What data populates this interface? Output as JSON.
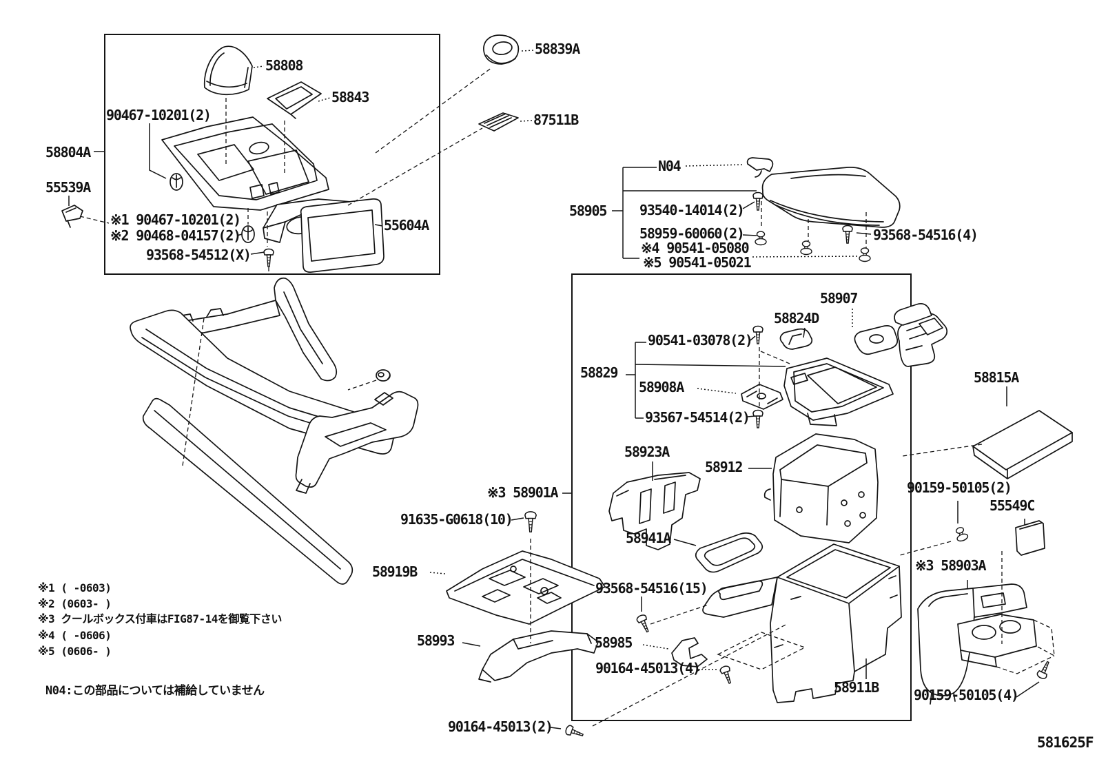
{
  "figure_code": "581625F",
  "colors": {
    "ink": "#141414",
    "background": "#ffffff"
  },
  "labels": {
    "58808": "58808",
    "58843": "58843",
    "90467_10201": "90467-10201(2)",
    "58804A": "58804A",
    "55539A": "55539A",
    "note1_90467": "※1 90467-10201(2)",
    "note2_90468": "※2 90468-04157(2)",
    "93568_54512": "93568-54512(X)",
    "55604A": "55604A",
    "58839A": "58839A",
    "87511B": "87511B",
    "N04": "N04",
    "58905": "58905",
    "93540_14014": "93540-14014(2)",
    "58959_60060": "58959-60060(2)",
    "note4_90541": "※4 90541-05080",
    "note5_90541": "※5 90541-05021",
    "93568_54516_4": "93568-54516(4)",
    "58907": "58907",
    "58824D": "58824D",
    "90541_03078": "90541-03078(2)",
    "58829": "58829",
    "58908A": "58908A",
    "93567_54514": "93567-54514(2)",
    "58923A": "58923A",
    "58912": "58912",
    "note3_58901A": "※3 58901A",
    "91635_G0618": "91635-G0618(10)",
    "58941A": "58941A",
    "58919B": "58919B",
    "93568_54516_15": "93568-54516(15)",
    "58993": "58993",
    "58985": "58985",
    "90164_45013_4": "90164-45013(4)",
    "58911B": "58911B",
    "90164_45013_2": "90164-45013(2)",
    "58815A": "58815A",
    "90159_50105_2": "90159-50105(2)",
    "55549C": "55549C",
    "note3_58903A": "※3 58903A",
    "90159_50105_4": "90159-50105(4)"
  },
  "notes": {
    "n1": "※1 (    -0603)",
    "n2": "※2 (0603-    )",
    "n3": "※3 クールボックス付車はFIG87-14を御覧下さい",
    "n4": "※4 (    -0606)",
    "n5": "※5 (0606-    )",
    "supply": "N04:この部品については補給していません"
  }
}
